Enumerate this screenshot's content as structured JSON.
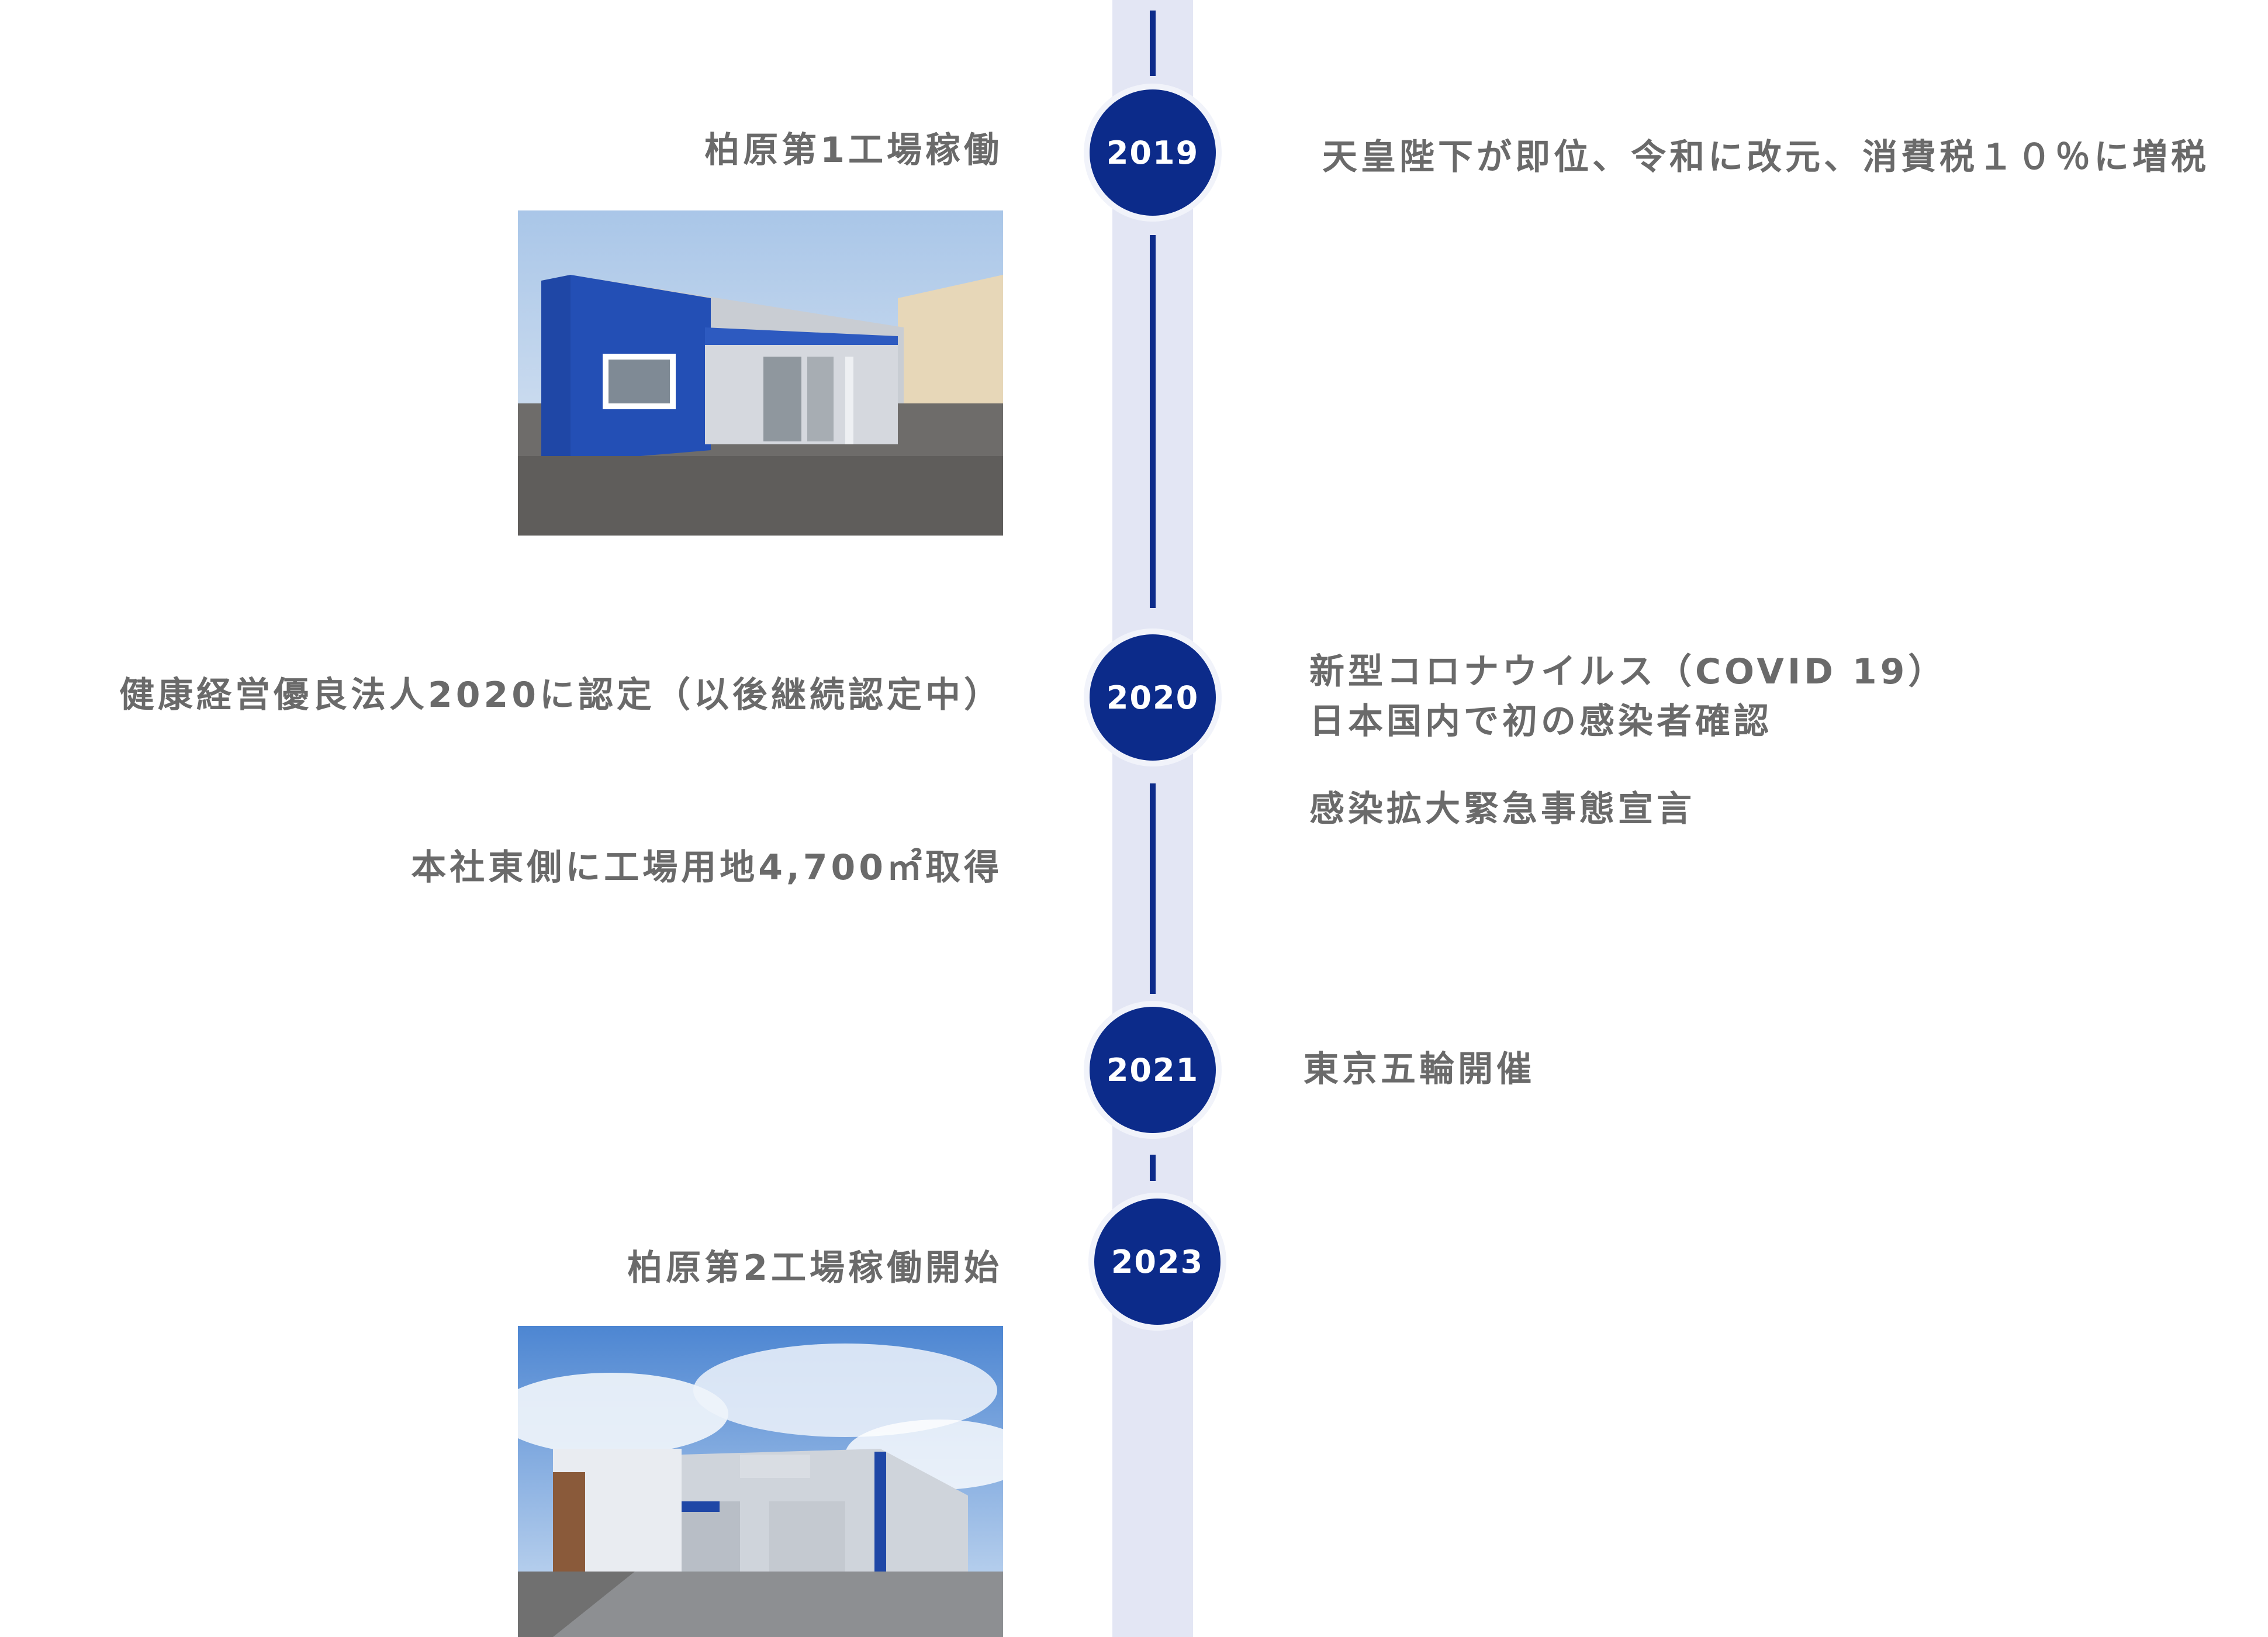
{
  "timeline": [
    {
      "year": "2019",
      "left_events": [
        "柏原第1工場稼働"
      ],
      "right_events": [
        "天皇陛下が即位、令和に改元、消費税１０％に増税"
      ]
    },
    {
      "year": "2020",
      "left_events": [
        "健康経営優良法人2020に認定（以後継続認定中）",
        "本社東側に工場用地4,700㎡取得"
      ],
      "right_events": [
        "新型コロナウイルス（COVID 19）",
        "日本国内で初の感染者確認",
        "感染拡大緊急事態宣言"
      ]
    },
    {
      "year": "2021",
      "left_events": [],
      "right_events": [
        "東京五輪開催"
      ]
    },
    {
      "year": "2023",
      "left_events": [
        "柏原第2工場稼働開始"
      ],
      "right_events": []
    }
  ],
  "colors": {
    "node": "#0c2b8a",
    "track": "#e3e6f4",
    "text": "#6a6a6a"
  }
}
